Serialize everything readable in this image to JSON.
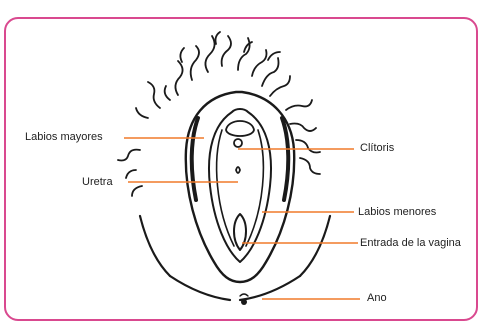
{
  "labels": {
    "labios_mayores": "Labios mayores",
    "uretra": "Uretra",
    "clitoris": "Clítoris",
    "labios_menores": "Labios menores",
    "entrada_vagina": "Entrada de la vagina",
    "ano": "Ano"
  },
  "colors": {
    "frame_border": "#d9498f",
    "leader_line": "#f07a2a",
    "ink": "#1a1a1a"
  }
}
